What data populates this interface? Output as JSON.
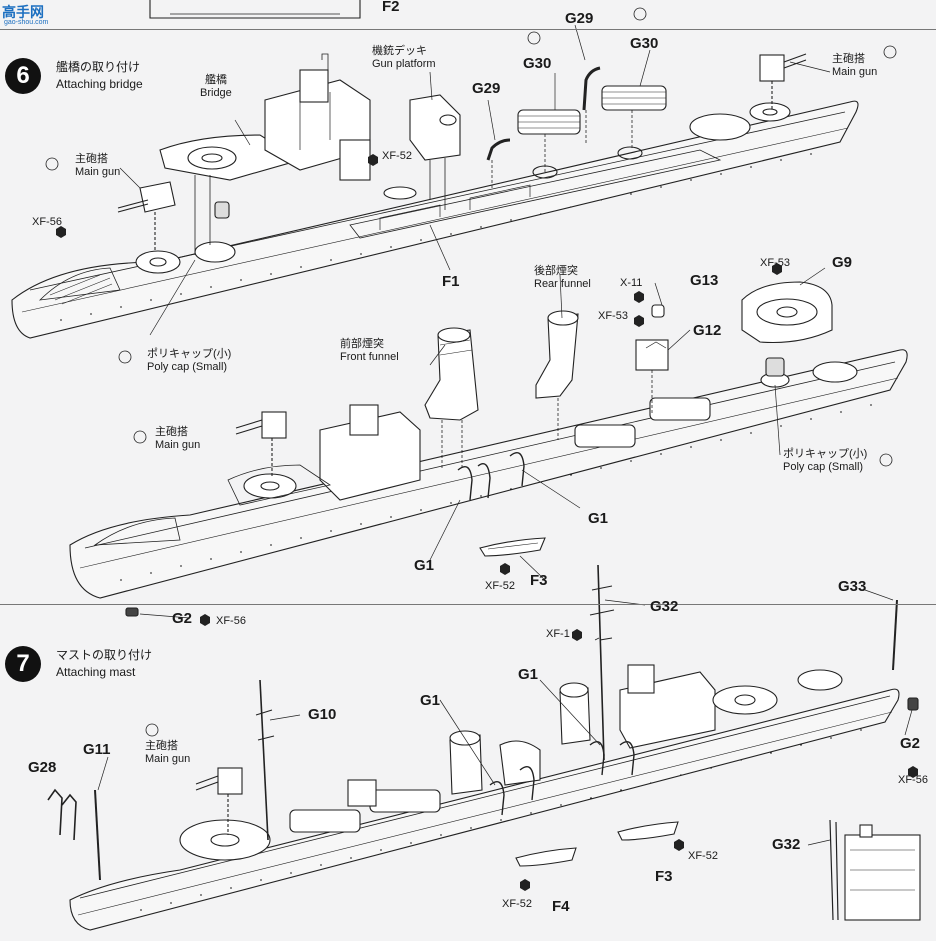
{
  "watermark": {
    "text": "高手网",
    "sub": "gao-shou.com"
  },
  "top_part": "F2",
  "step6": {
    "number": "6",
    "title_jp": "艦橋の取り付け",
    "title_en": "Attaching bridge",
    "labels": {
      "gun_platform_jp": "機銃デッキ",
      "gun_platform_en": "Gun platform",
      "bridge_jp": "艦橋",
      "bridge_en": "Bridge",
      "main_gun_jp": "主砲搭",
      "main_gun_en": "Main gun",
      "polycap_jp": "ポリキャップ(小)",
      "polycap_en": "Poly cap (Small)",
      "rear_funnel_jp": "後部煙突",
      "rear_funnel_en": "Rear funnel",
      "front_funnel_jp": "前部煙突",
      "front_funnel_en": "Front funnel"
    },
    "parts": {
      "g29a": "G29",
      "g30a": "G30",
      "g29b": "G29",
      "g30b": "G30",
      "xf52": "XF-52",
      "xf56": "XF-56",
      "f1": "F1",
      "g13": "G13",
      "x11": "X-11",
      "xf53a": "XF-53",
      "g12": "G12",
      "xf53b": "XF-53",
      "g9": "G9",
      "g1a": "G1",
      "g1b": "G1",
      "xf52b": "XF-52",
      "f3": "F3",
      "g2": "G2",
      "xf56b": "XF-56"
    }
  },
  "step7": {
    "number": "7",
    "title_jp": "マストの取り付け",
    "title_en": "Attaching mast",
    "labels": {
      "main_gun_jp": "主砲搭",
      "main_gun_en": "Main gun"
    },
    "parts": {
      "xf1": "XF-1",
      "g32": "G32",
      "g33": "G33",
      "g1a": "G1",
      "g1b": "G1",
      "g10": "G10",
      "g11": "G11",
      "g28": "G28",
      "g2": "G2",
      "xf56": "XF-56",
      "xf52a": "XF-52",
      "f3": "F3",
      "f4": "F4",
      "xf52b": "XF-52",
      "g32b": "G32"
    }
  }
}
